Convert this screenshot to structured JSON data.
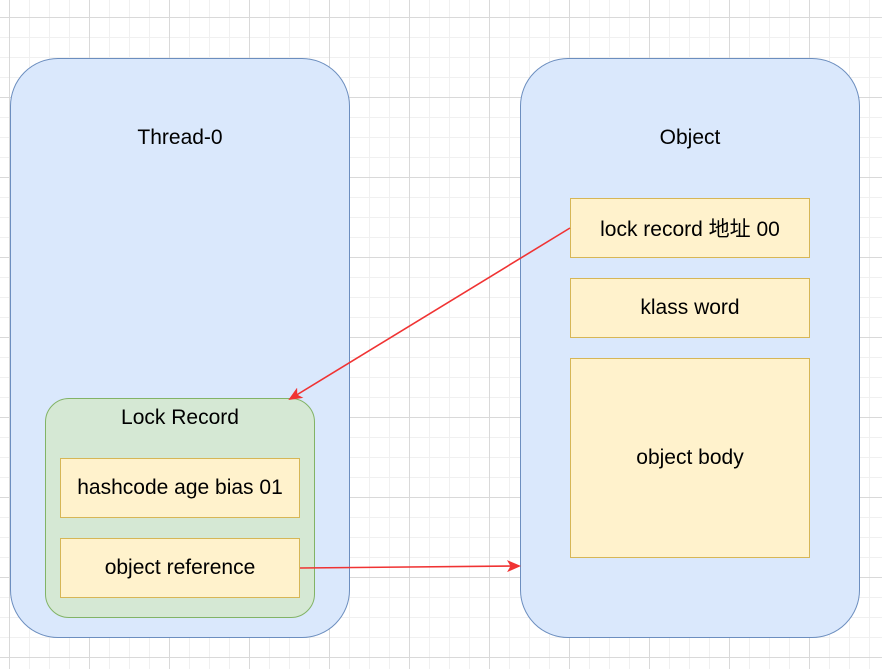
{
  "thread": {
    "title": "Thread-0",
    "lock_record": {
      "title": "Lock Record",
      "fields": [
        "hashcode age bias 01",
        "object reference"
      ]
    }
  },
  "object": {
    "title": "Object",
    "fields": [
      "lock record 地址 00",
      "klass word",
      "object body"
    ]
  },
  "colors": {
    "container_fill": "#dae8fc",
    "container_stroke": "#6c8ebf",
    "lock_record_fill": "#d5e8d4",
    "lock_record_stroke": "#82b366",
    "field_fill": "#fff2cc",
    "field_stroke": "#d6b656",
    "arrow": "#f03333"
  }
}
